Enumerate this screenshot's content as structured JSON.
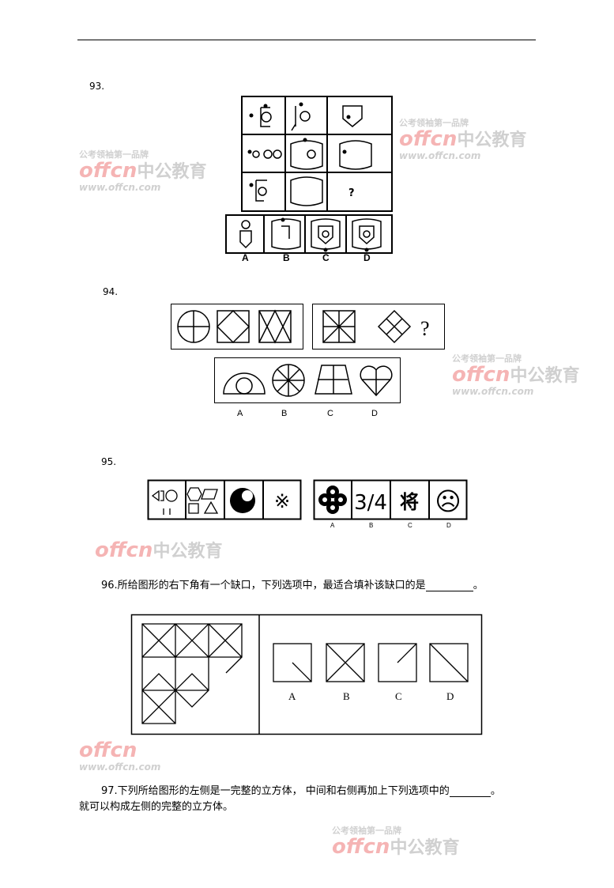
{
  "questions": {
    "q93": {
      "number": "93.",
      "options": [
        "A",
        "B",
        "C",
        "D"
      ],
      "missing": "?"
    },
    "q94": {
      "number": "94.",
      "options": [
        "A",
        "B",
        "C",
        "D"
      ],
      "missing": "?"
    },
    "q95": {
      "number": "95.",
      "options": [
        "A",
        "B",
        "C",
        "D"
      ],
      "glyphs": {
        "b": "3/4",
        "c": "将",
        "d": "☹",
        "first_extra": "※"
      }
    },
    "q96": {
      "text": "96.所给图形的右下角有一个缺口，下列选项中，最适合填补该缺口的是",
      "end": "。",
      "options": [
        "A",
        "B",
        "C",
        "D"
      ]
    },
    "q97": {
      "line1": "97.下列所给图形的左侧是一完整的立方体，  中间和右侧再加上下列选项中的",
      "end": "。",
      "line2": "就可以构成左侧的完整的立方体。"
    }
  },
  "watermark": {
    "logo": "offcn",
    "brand": "中公教育",
    "slogan": "公考领袖第一品牌",
    "url": "www.offcn.com"
  }
}
